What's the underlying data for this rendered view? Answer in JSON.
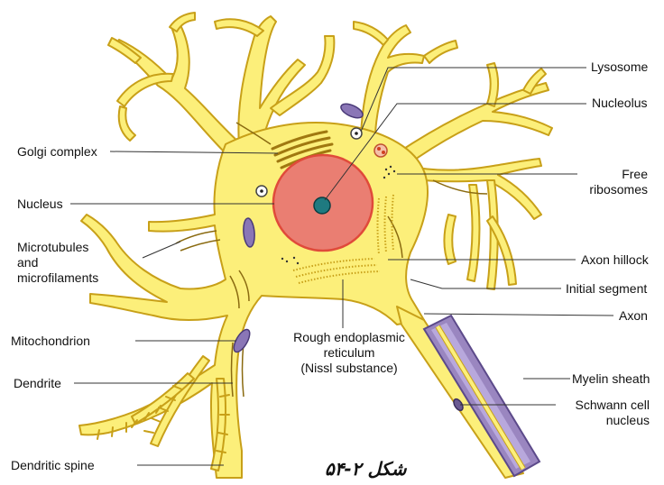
{
  "labels": {
    "lysosome": "Lysosome",
    "nucleolus": "Nucleolus",
    "golgi": "Golgi complex",
    "free_ribosomes": "Free\nribosomes",
    "nucleus": "Nucleus",
    "microtubules": "Microtubules\nand\nmicrofilaments",
    "axon_hillock": "Axon hillock",
    "initial_segment": "Initial segment",
    "axon": "Axon",
    "mitochondrion": "Mitochondrion",
    "rough_er": "Rough endoplasmic\nreticulum\n(Nissl substance)",
    "dendrite": "Dendrite",
    "myelin_sheath": "Myelin sheath",
    "schwann": "Schwann cell\nnucleus",
    "dendritic_spine": "Dendritic spine"
  },
  "caption": "شکل ۲-۵۴",
  "colors": {
    "cytoplasm": "#fcef7a",
    "outline": "#c8a018",
    "nucleus": "#ea7e72",
    "nucleus_ring": "#e04a3a",
    "nucleolus": "#1f7a80",
    "myelin": "#9a86c0",
    "organelle": "#7c6aa6"
  }
}
